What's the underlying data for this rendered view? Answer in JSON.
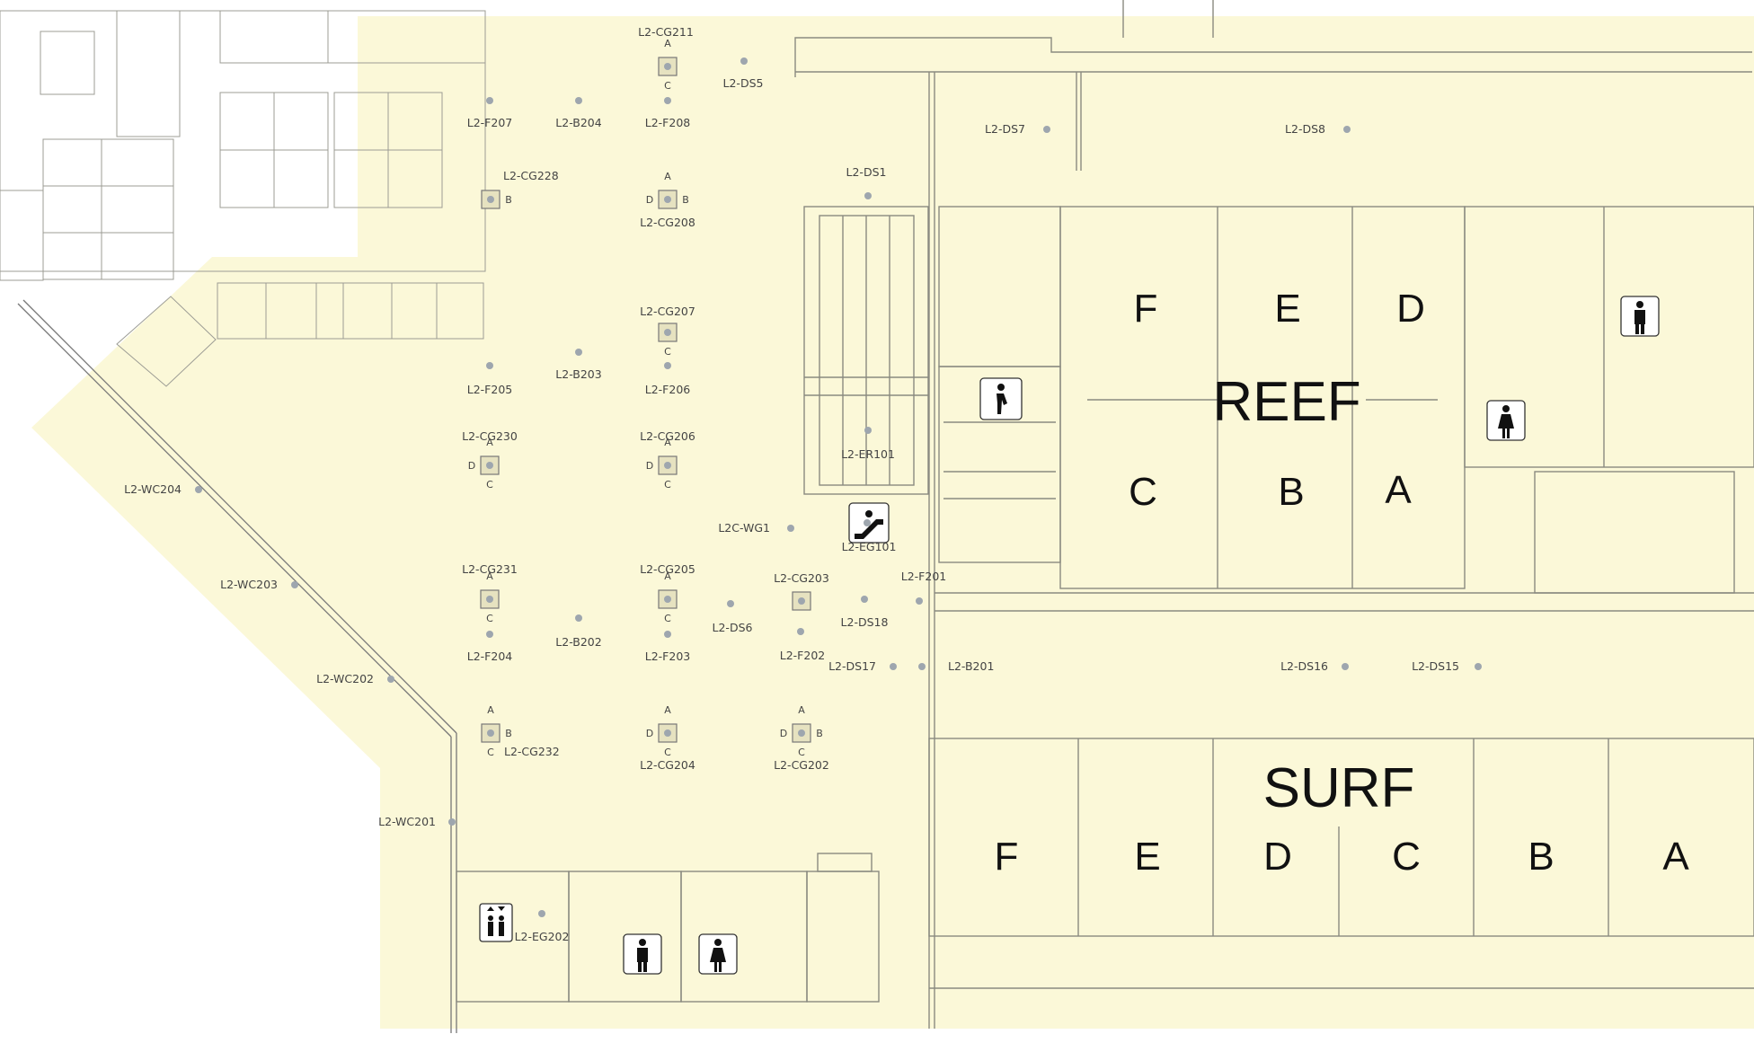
{
  "colors": {
    "floor": "#fbf8d8",
    "wall": "#8a8a80",
    "marker": "#9ea6ae",
    "text": "#444444"
  },
  "rooms": {
    "reef": {
      "title": "REEF",
      "sections": [
        {
          "id": "F",
          "label": "F"
        },
        {
          "id": "E",
          "label": "E"
        },
        {
          "id": "D",
          "label": "D"
        },
        {
          "id": "C",
          "label": "C"
        },
        {
          "id": "B",
          "label": "B"
        },
        {
          "id": "A",
          "label": "A"
        }
      ]
    },
    "surf": {
      "title": "SURF",
      "sections": [
        {
          "id": "F",
          "label": "F"
        },
        {
          "id": "E",
          "label": "E"
        },
        {
          "id": "D",
          "label": "D"
        },
        {
          "id": "C",
          "label": "C"
        },
        {
          "id": "B",
          "label": "B"
        },
        {
          "id": "A",
          "label": "A"
        }
      ]
    }
  },
  "icons": [
    {
      "name": "stairs-icon",
      "label": ""
    },
    {
      "name": "escalator-icon",
      "label": ""
    },
    {
      "name": "elevator-icon",
      "label": ""
    },
    {
      "name": "restroom-men-icon",
      "label": ""
    },
    {
      "name": "restroom-women-icon",
      "label": ""
    }
  ],
  "markers": [
    {
      "id": "L2-CG211",
      "label": "L2-CG211",
      "ports": [
        "A",
        "C"
      ]
    },
    {
      "id": "L2-DS5",
      "label": "L2-DS5"
    },
    {
      "id": "L2-F207",
      "label": "L2-F207"
    },
    {
      "id": "L2-B204",
      "label": "L2-B204"
    },
    {
      "id": "L2-F208",
      "label": "L2-F208"
    },
    {
      "id": "L2-DS7",
      "label": "L2-DS7"
    },
    {
      "id": "L2-DS8",
      "label": "L2-DS8"
    },
    {
      "id": "L2-CG228",
      "label": "L2-CG228",
      "ports": [
        "B"
      ]
    },
    {
      "id": "L2-DS1",
      "label": "L2-DS1"
    },
    {
      "id": "L2-CG208",
      "label": "L2-CG208",
      "ports": [
        "A",
        "D",
        "B"
      ]
    },
    {
      "id": "L2-CG207",
      "label": "L2-CG207",
      "ports": [
        "C"
      ]
    },
    {
      "id": "L2-B203",
      "label": "L2-B203"
    },
    {
      "id": "L2-F205",
      "label": "L2-F205"
    },
    {
      "id": "L2-F206",
      "label": "L2-F206"
    },
    {
      "id": "L2-CG230",
      "label": "L2-CG230",
      "ports": [
        "A",
        "D",
        "C"
      ]
    },
    {
      "id": "L2-CG206",
      "label": "L2-CG206",
      "ports": [
        "A",
        "D",
        "C"
      ]
    },
    {
      "id": "L2-ER101",
      "label": "L2-ER101"
    },
    {
      "id": "L2-WC204",
      "label": "L2-WC204"
    },
    {
      "id": "L2C-WG1",
      "label": "L2C-WG1"
    },
    {
      "id": "L2-EG101",
      "label": "L2-EG101"
    },
    {
      "id": "L2-WC203",
      "label": "L2-WC203"
    },
    {
      "id": "L2-CG231",
      "label": "L2-CG231",
      "ports": [
        "A",
        "C"
      ]
    },
    {
      "id": "L2-CG205",
      "label": "L2-CG205",
      "ports": [
        "A",
        "C"
      ]
    },
    {
      "id": "L2-CG203",
      "label": "L2-CG203"
    },
    {
      "id": "L2-F201",
      "label": "L2-F201"
    },
    {
      "id": "L2-DS6",
      "label": "L2-DS6"
    },
    {
      "id": "L2-DS18",
      "label": "L2-DS18"
    },
    {
      "id": "L2-F204",
      "label": "L2-F204"
    },
    {
      "id": "L2-B202",
      "label": "L2-B202"
    },
    {
      "id": "L2-F203",
      "label": "L2-F203"
    },
    {
      "id": "L2-F202",
      "label": "L2-F202"
    },
    {
      "id": "L2-DS17",
      "label": "L2-DS17"
    },
    {
      "id": "L2-B201",
      "label": "L2-B201"
    },
    {
      "id": "L2-DS16",
      "label": "L2-DS16"
    },
    {
      "id": "L2-DS15",
      "label": "L2-DS15"
    },
    {
      "id": "L2-WC202",
      "label": "L2-WC202"
    },
    {
      "id": "L2-CG232",
      "label": "L2-CG232",
      "ports": [
        "A",
        "B",
        "C"
      ]
    },
    {
      "id": "L2-CG204",
      "label": "L2-CG204",
      "ports": [
        "A",
        "D",
        "C"
      ]
    },
    {
      "id": "L2-CG202",
      "label": "L2-CG202",
      "ports": [
        "A",
        "D",
        "B",
        "C"
      ]
    },
    {
      "id": "L2-WC201",
      "label": "L2-WC201"
    },
    {
      "id": "L2-EG202",
      "label": "L2-EG202"
    }
  ]
}
